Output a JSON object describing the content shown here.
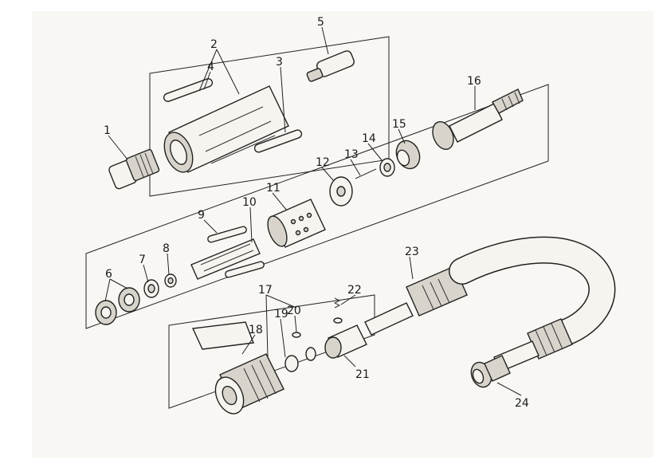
{
  "diagram": {
    "callouts": [
      "1",
      "2",
      "3",
      "4",
      "5",
      "6",
      "7",
      "8",
      "9",
      "10",
      "11",
      "12",
      "13",
      "14",
      "15",
      "16",
      "17",
      "18",
      "19",
      "20",
      "21",
      "22",
      "23",
      "24"
    ]
  },
  "colors": {
    "paper": "#f8f7f3",
    "ink": "#222222",
    "shade": "#d8d4cc"
  }
}
